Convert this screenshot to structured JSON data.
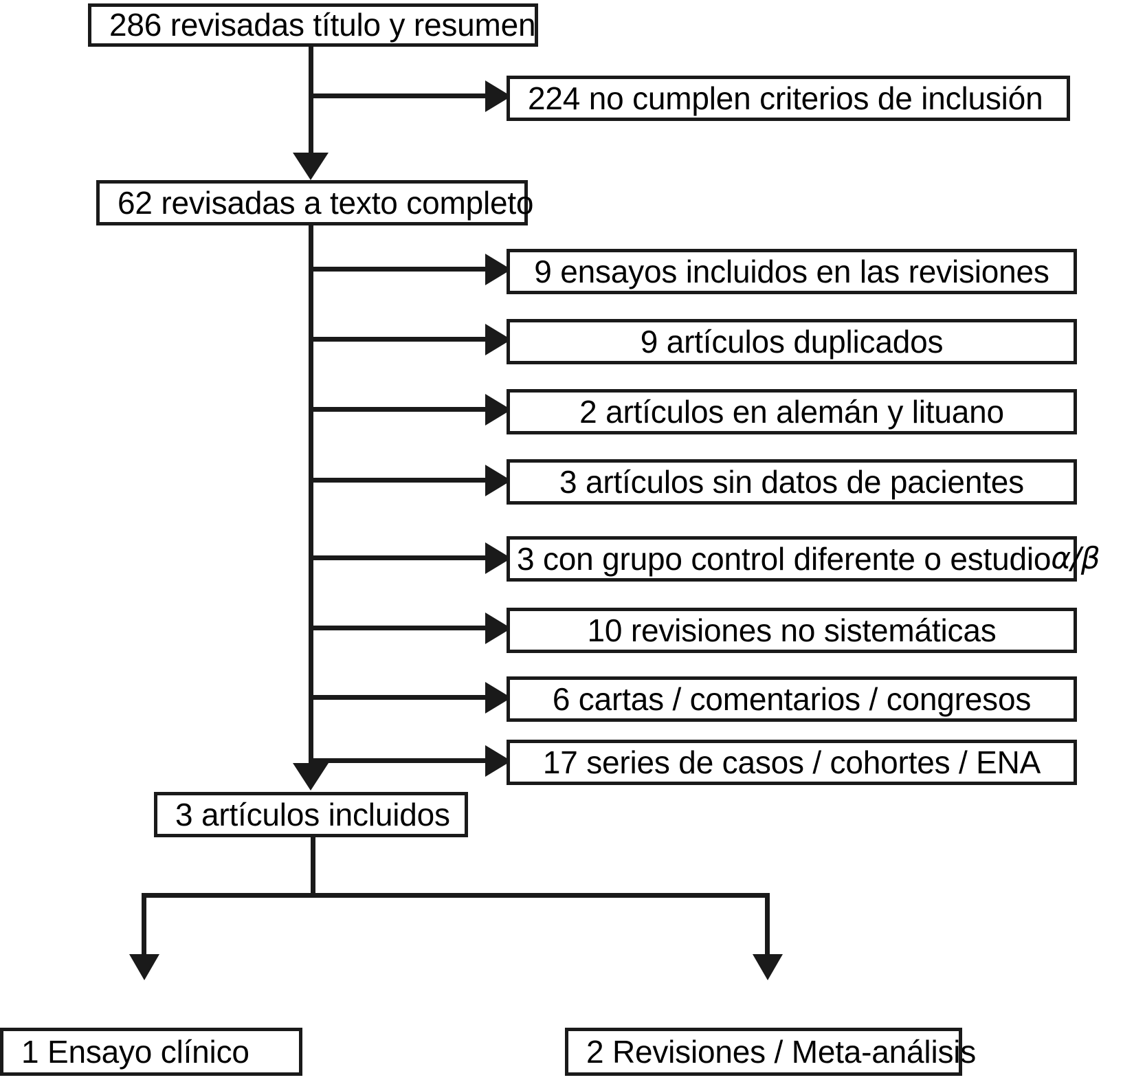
{
  "diagram": {
    "title": "Diagrama de flujo de selección de estudios",
    "type": "prisma-flow-diagram",
    "language": "es",
    "colors": {
      "stroke": "#1a1a1a",
      "background": "#ffffff",
      "text": "#000000"
    }
  },
  "nodes": {
    "screened": {
      "label": "286 revisadas título y resumen",
      "count": 286
    },
    "excluded_criteria": {
      "label": "224 no cumplen criterios de inclusión",
      "count": 224
    },
    "fulltext": {
      "label": "62 revisadas a texto completo",
      "count": 62
    },
    "included_final": {
      "label": "3 artículos incluidos",
      "count": 3
    },
    "clinical_trial": {
      "label": "1 Ensayo clínico",
      "count": 1
    },
    "reviews_meta": {
      "label": "2 Revisiones / Meta-análisis",
      "count": 2
    }
  },
  "exclusions": [
    {
      "label": "9 ensayos incluidos en las revisiones",
      "count": 9,
      "align": "center"
    },
    {
      "label": "9 artículos duplicados",
      "count": 9,
      "align": "center"
    },
    {
      "label": "2 artículos en alemán y lituano",
      "count": 2,
      "align": "center"
    },
    {
      "label": "3 artículos sin datos de pacientes",
      "count": 3,
      "align": "center"
    },
    {
      "label": "3 con grupo control diferente o estudio ",
      "suffix_greek": "α/β",
      "count": 3,
      "align": "left"
    },
    {
      "label": "10 revisiones no sistemáticas",
      "count": 10,
      "align": "center"
    },
    {
      "label": "6 cartas / comentarios / congresos",
      "count": 6,
      "align": "center"
    },
    {
      "label": "17 series de casos / cohortes / ENA",
      "count": 17,
      "align": "center"
    }
  ]
}
